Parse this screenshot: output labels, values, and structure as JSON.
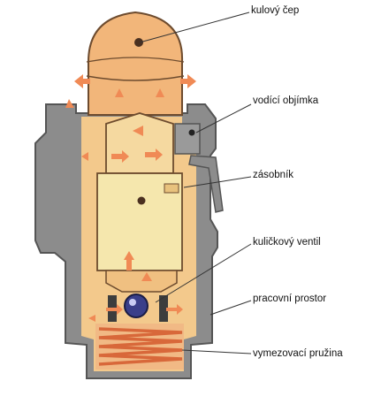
{
  "labels": {
    "ball_pin": "kulový čep",
    "guide_sleeve": "vodící objímka",
    "reservoir": "zásobník",
    "ball_valve": "kuličkový ventil",
    "working_space": "pracovní prostor",
    "adjusting_spring": "vymezovací pružina"
  },
  "colors": {
    "housing": "#8c8c8c",
    "housing_edge": "#555555",
    "oil_body": "#f3c98c",
    "pin_head": "#f2b67a",
    "reservoir_fill": "#f5e7ad",
    "spring": "#d8683a",
    "flow_arrow": "#f08a55",
    "valve_ball": "#3a3f8a",
    "leader_line": "#333333"
  }
}
